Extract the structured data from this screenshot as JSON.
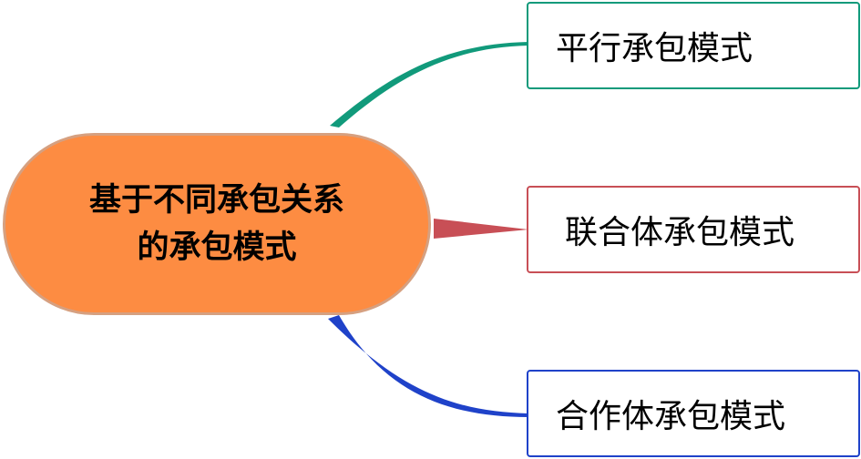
{
  "root": {
    "label_line1": "基于不同承包关系",
    "label_line2": "的承包模式",
    "fill_color": "#fd8c42",
    "border_color": "#d6a080"
  },
  "children": [
    {
      "label": "平行承包模式",
      "color": "#119a7b"
    },
    {
      "label": "联合体承包模式",
      "color": "#c84f56"
    },
    {
      "label": "合作体承包模式",
      "color": "#1f42c9"
    }
  ]
}
